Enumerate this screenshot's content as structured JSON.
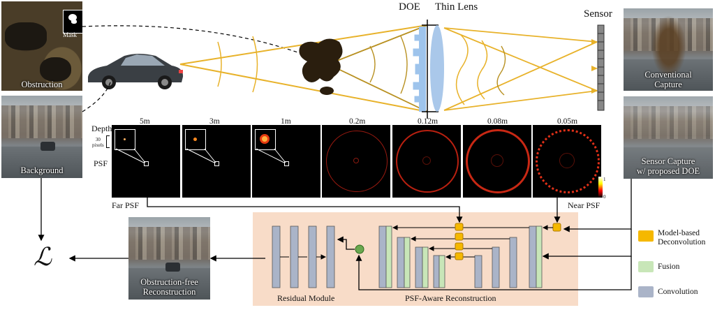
{
  "labels": {
    "doe": "DOE",
    "thin_lens": "Thin Lens",
    "sensor": "Sensor",
    "mask": "Mask",
    "obstruction": "Obstruction",
    "background": "Background",
    "conventional_capture": "Conventional\nCapture",
    "sensor_capture": "Sensor Capture\nw/ proposed DOE",
    "depth": "Depth",
    "psf": "PSF",
    "pixels_30": "30\npixels",
    "far_psf": "Far PSF",
    "near_psf": "Near PSF",
    "colorbar_max": "1",
    "colorbar_min": "0",
    "residual_module": "Residual Module",
    "psf_aware_reconstruction": "PSF-Aware Reconstruction",
    "reconstruction": "Obstruction-free\nReconstruction",
    "loss": "ℒ"
  },
  "depths": [
    "5m",
    "3m",
    "1m",
    "0.2m",
    "0.12m",
    "0.08m",
    "0.05m"
  ],
  "legend": [
    {
      "label": "Model-based\nDeconvolution",
      "color": "#f5b800"
    },
    {
      "label": "Fusion",
      "color": "#c8e6b8"
    },
    {
      "label": "Convolution",
      "color": "#aab4c8"
    }
  ],
  "colors": {
    "ray": "#e8b22a",
    "ray_dark": "#b89020",
    "lens": "#aac8ea",
    "doe": "#9ec4ec",
    "recon_bg": "#f8dcc8",
    "conv": "#aab4c8",
    "fusion": "#c8e6b8",
    "deconv": "#f5b800"
  }
}
